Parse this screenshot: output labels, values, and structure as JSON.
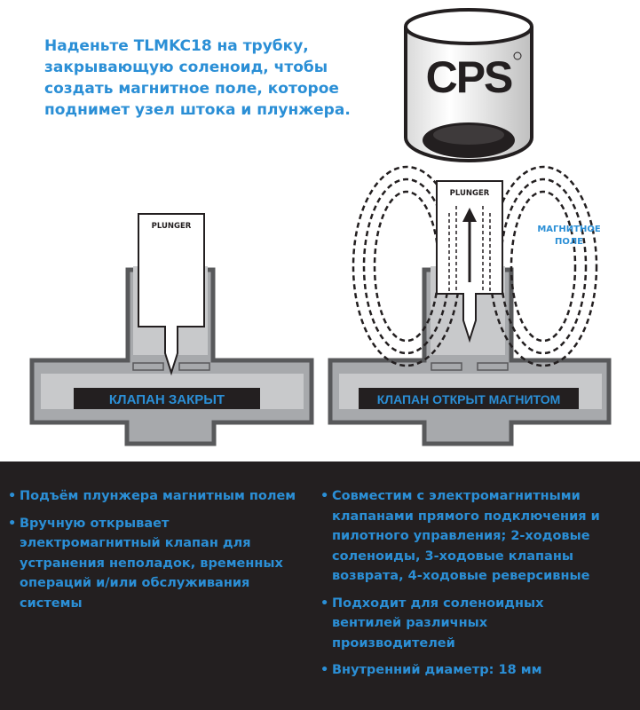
{
  "headline": [
    "Наденьте TLMKC18 на трубку,",
    "закрывающую соленоид, чтобы",
    "создать магнитное поле, которое",
    "поднимет узел штока и плунжера."
  ],
  "brand": "CPS",
  "diagram_left": {
    "plunger_label": "PLUNGER",
    "valve_label": "КЛАПАН ЗАКРЫТ"
  },
  "diagram_right": {
    "plunger_label": "PLUNGER",
    "valve_label": "КЛАПАН ОТКРЫТ МАГНИТОМ",
    "field_label": [
      "МАГНИТНОЕ",
      "ПОЛЕ"
    ]
  },
  "colors": {
    "accent": "#2b8fd6",
    "body_gray": "#a7a9ac",
    "dark_gray": "#58595b",
    "panel": "#231f20"
  },
  "bullet_glyph": "•",
  "features_left": [
    {
      "lines": [
        "Подъём плунжера магнитным полем"
      ]
    },
    {
      "lines": [
        "Вручную открывает",
        "электромагнитный клапан для",
        "устранения неполадок, временных",
        "операций и/или обслуживания",
        "системы"
      ]
    }
  ],
  "features_right": [
    {
      "lines": [
        "Совместим с электромагнитными",
        "клапанами прямого подключения и",
        "пилотного управления; 2-ходовые",
        "соленоиды, 3-ходовые клапаны",
        "возврата, 4-ходовые реверсивные"
      ]
    },
    {
      "lines": [
        "Подходит для соленоидных",
        "вентилей различных",
        "производителей"
      ]
    },
    {
      "lines": [
        "Внутренний диаметр: 18 мм"
      ]
    }
  ]
}
